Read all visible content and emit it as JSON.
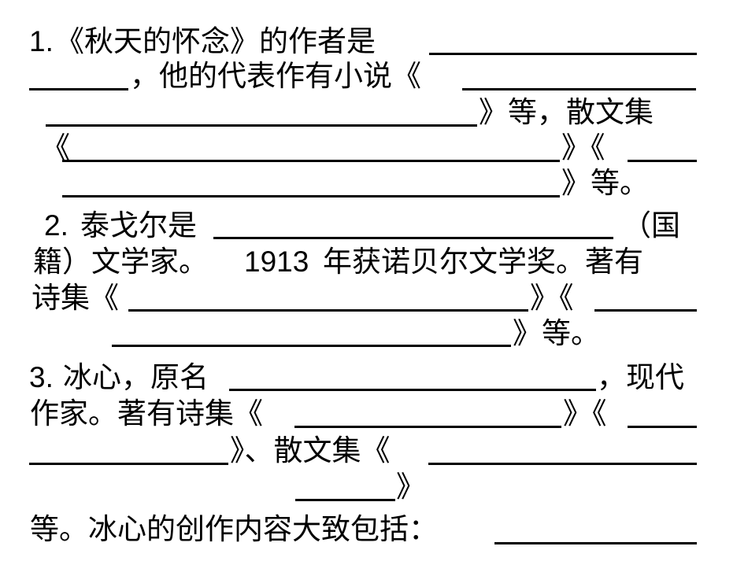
{
  "questions": [
    {
      "number": "1.",
      "text_a": "《秋天的怀念》的作者是",
      "text_b": "，他的代表作有小说《",
      "text_c": "》等，散文集",
      "text_d": "《",
      "text_e": "》《",
      "text_f": "》等。"
    },
    {
      "number": "2.",
      "text_a": "泰戈尔是",
      "text_b": "（国",
      "text_c": "籍）文学家。",
      "year": "1913",
      "text_d": "年获诺贝尔文学奖。著有",
      "text_e": "诗集《",
      "text_f": "》《",
      "text_g": "》等。"
    },
    {
      "number": "3.",
      "text_a": "冰心，原名",
      "text_b": "，现代",
      "text_c": "作家。著有诗集《",
      "text_d": "》《",
      "text_e": "》、散文集《",
      "text_f": "》",
      "text_g": "等。冰心的创作内容大致包括："
    }
  ]
}
